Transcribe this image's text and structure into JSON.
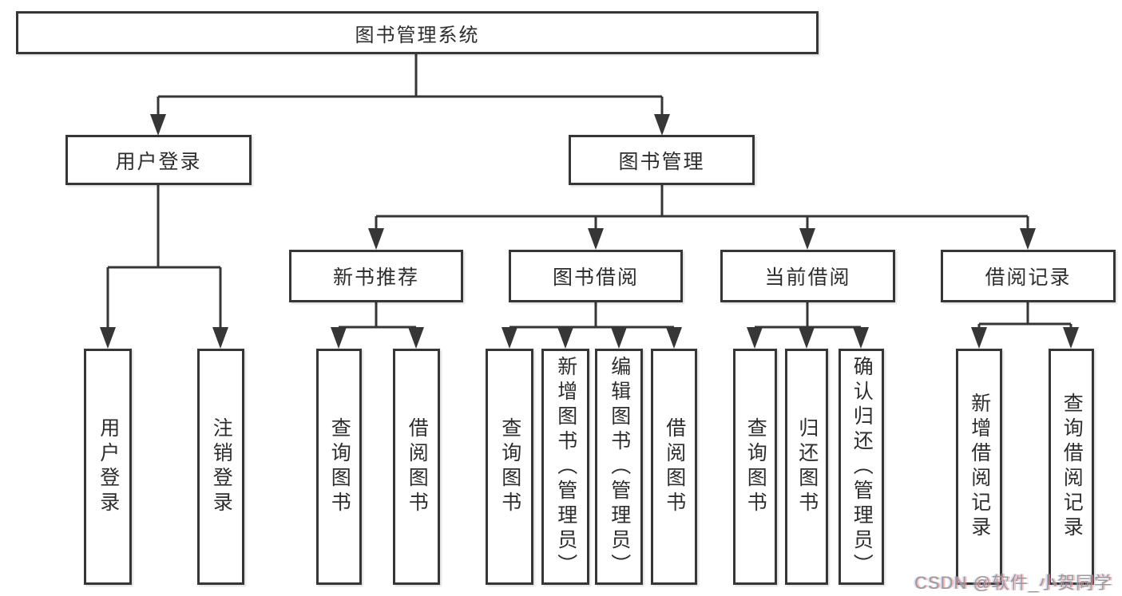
{
  "tree": {
    "root": {
      "label": "图书管理系统",
      "children": [
        {
          "label": "用户登录",
          "children": [
            {
              "label": "用户登录"
            },
            {
              "label": "注销登录"
            }
          ]
        },
        {
          "label": "图书管理",
          "children": [
            {
              "label": "新书推荐",
              "children": [
                {
                  "label": "查询图书"
                },
                {
                  "label": "借阅图书"
                }
              ]
            },
            {
              "label": "图书借阅",
              "children": [
                {
                  "label": "查询图书"
                },
                {
                  "label": "新增图书（管理员）"
                },
                {
                  "label": "编辑图书（管理员）"
                },
                {
                  "label": "借阅图书"
                }
              ]
            },
            {
              "label": "当前借阅",
              "children": [
                {
                  "label": "查询图书"
                },
                {
                  "label": "归还图书"
                },
                {
                  "label": "确认归还（管理员）"
                }
              ]
            },
            {
              "label": "借阅记录",
              "children": [
                {
                  "label": "新增借阅记录"
                },
                {
                  "label": "查询借阅记录"
                }
              ]
            }
          ]
        }
      ]
    }
  },
  "watermark": {
    "text": "CSDN @软件_小贺同学"
  },
  "colors": {
    "line": "#363636",
    "box_border": "#363636",
    "text": "#2d2d2d",
    "background": "#ffffff",
    "watermark": "#9a9a9a"
  }
}
